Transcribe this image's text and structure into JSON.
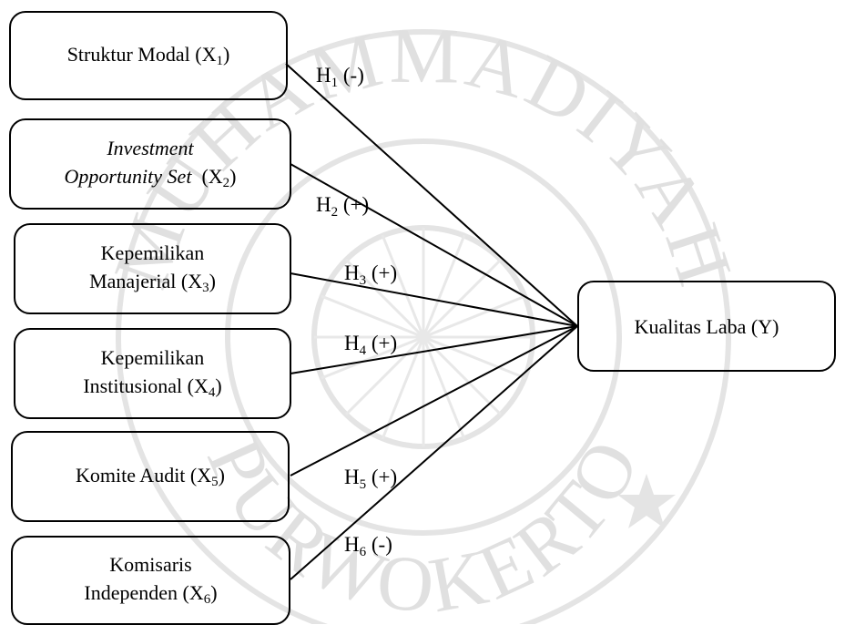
{
  "independent_variables": [
    {
      "name": "Struktur Modal",
      "code": "X",
      "index": "1"
    },
    {
      "name_italic_line1": "Investment",
      "name_italic_line2": "Opportunity Set",
      "code": "X",
      "index": "2"
    },
    {
      "line1": "Kepemilikan",
      "line2": "Manajerial",
      "code": "X",
      "index": "3"
    },
    {
      "line1": "Kepemilikan",
      "line2": "Institusional",
      "code": "X",
      "index": "4"
    },
    {
      "name": "Komite Audit",
      "code": "X",
      "index": "5"
    },
    {
      "line1": "Komisaris",
      "line2": "Independen",
      "code": "X",
      "index": "6"
    }
  ],
  "dependent_variable": {
    "name": "Kualitas Laba",
    "code": "(Y)"
  },
  "hypotheses": [
    {
      "letter": "H",
      "index": "1",
      "sign": "(-)"
    },
    {
      "letter": "H",
      "index": "2",
      "sign": "(+)"
    },
    {
      "letter": "H",
      "index": "3",
      "sign": "(+)"
    },
    {
      "letter": "H",
      "index": "4",
      "sign": "(+)"
    },
    {
      "letter": "H",
      "index": "5",
      "sign": "(+)"
    },
    {
      "letter": "H",
      "index": "6",
      "sign": "(-)"
    }
  ],
  "watermark": {
    "top_text": "MUHAMMADIYAH",
    "bottom_text": "PURWOKERTO",
    "color": "#e2e2e2"
  }
}
